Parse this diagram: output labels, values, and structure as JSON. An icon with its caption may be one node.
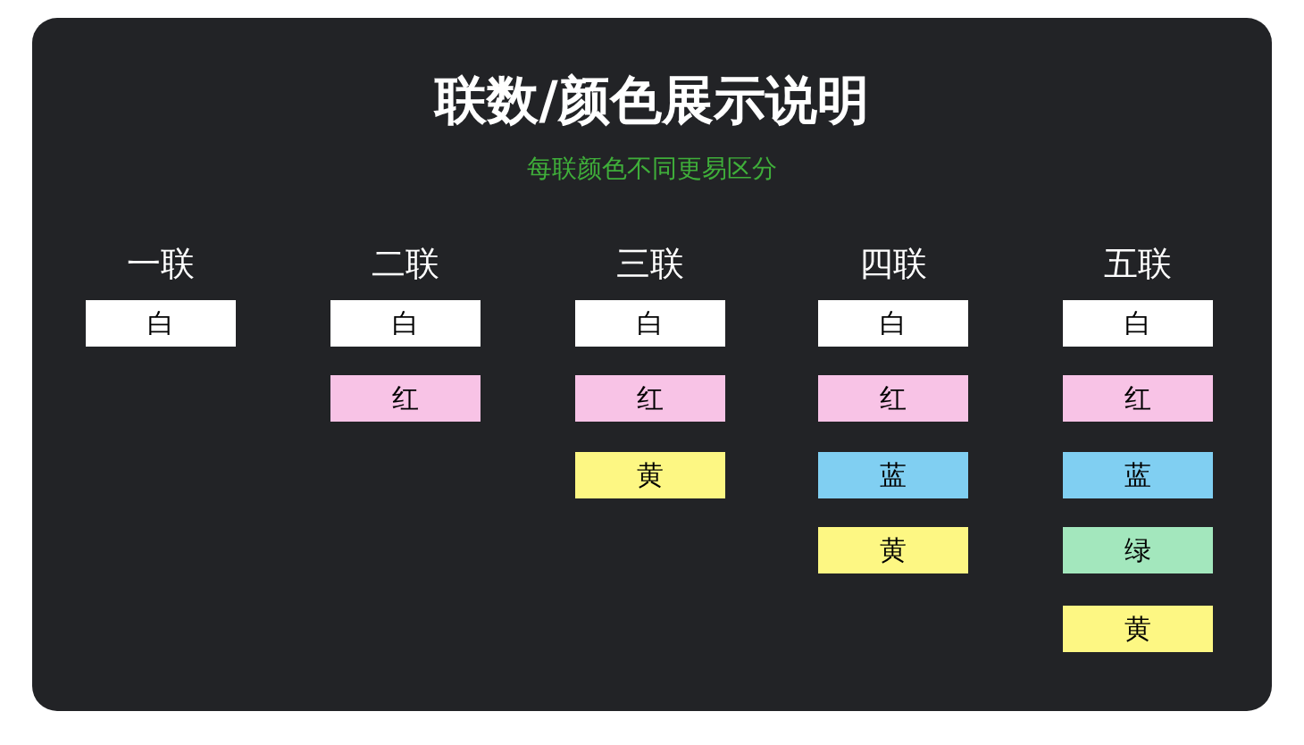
{
  "diagram": {
    "title": "联数/颜色展示说明",
    "nodes": [
      {
        "text": [
          "白"
        ]
      },
      {
        "text": [
          "白"
        ]
      },
      {
        "text": [
          "红"
        ]
      },
      {
        "text": [
          "白"
        ]
      },
      {
        "text": [
          "红"
        ]
      },
      {
        "text": [
          "黄"
        ]
      },
      {
        "text": [
          "白"
        ]
      },
      {
        "text": [
          "红"
        ]
      },
      {
        "text": [
          "蓝"
        ]
      },
      {
        "text": [
          "黄"
        ]
      },
      {
        "text": [
          "白"
        ]
      },
      {
        "text": [
          "红"
        ]
      },
      {
        "text": [
          "蓝"
        ]
      },
      {
        "text": [
          "绿"
        ]
      },
      {
        "text": [
          "黄"
        ]
      }
    ],
    "labels": [
      "每联颜色不同更易区分",
      "一联",
      "二联",
      "三联",
      "四联",
      "五联"
    ]
  }
}
